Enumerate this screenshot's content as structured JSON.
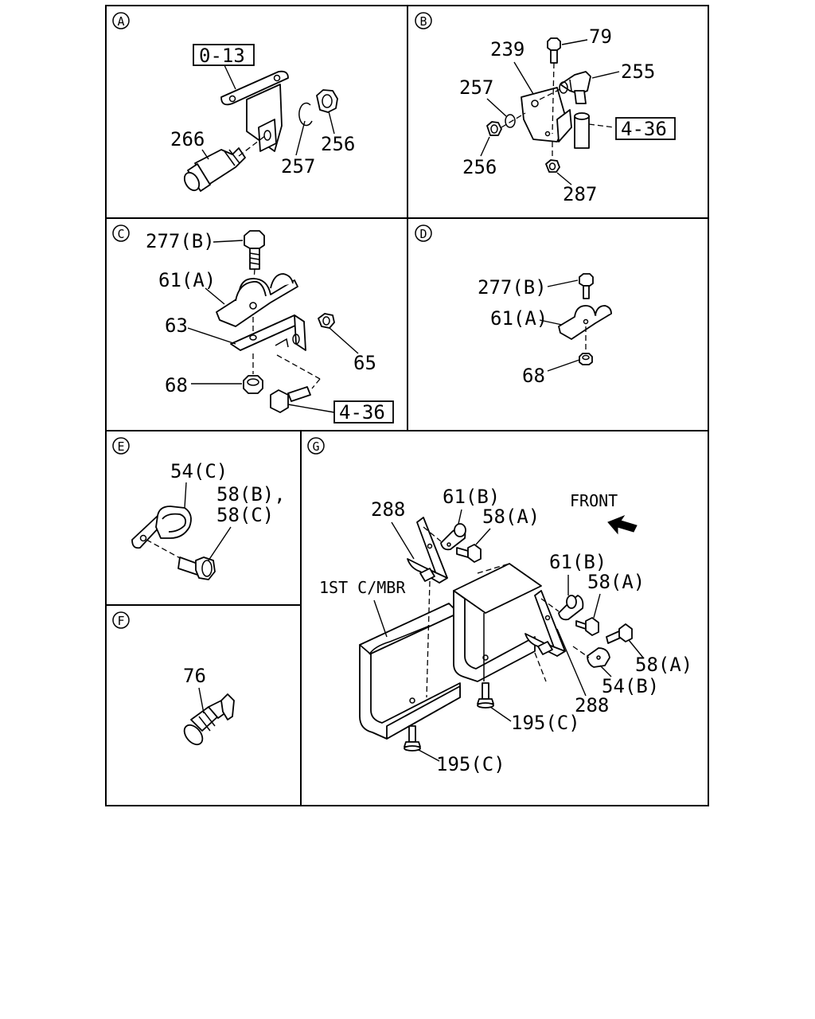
{
  "panels": {
    "A": {
      "letter": "A",
      "labels": {
        "ref": "0-13",
        "p266": "266",
        "p257": "257",
        "p256": "256"
      }
    },
    "B": {
      "letter": "B",
      "labels": {
        "p239": "239",
        "p79": "79",
        "p255": "255",
        "p257": "257",
        "ref": "4-36",
        "p256": "256",
        "p287": "287"
      }
    },
    "C": {
      "letter": "C",
      "labels": {
        "p277b": "277(B)",
        "p61a": "61(A)",
        "p63": "63",
        "p65": "65",
        "p68": "68",
        "ref": "4-36"
      }
    },
    "D": {
      "letter": "D",
      "labels": {
        "p277b": "277(B)",
        "p61a": "61(A)",
        "p68": "68"
      }
    },
    "E": {
      "letter": "E",
      "labels": {
        "p54c": "54(C)",
        "p58b": "58(B),",
        "p58c": "58(C)"
      }
    },
    "F": {
      "letter": "F",
      "labels": {
        "p76": "76"
      }
    },
    "G": {
      "letter": "G",
      "labels": {
        "p288_top": "288",
        "p61b_top": "61(B)",
        "p58a_top": "58(A)",
        "front": "FRONT",
        "member": "1ST C/MBR",
        "p61b_mid": "61(B)",
        "p58a_mid": "58(A)",
        "p58a_right": "58(A)",
        "p54b": "54(B)",
        "p288_bot": "288",
        "p195c_mid": "195(C)",
        "p195c_bot": "195(C)"
      }
    }
  }
}
